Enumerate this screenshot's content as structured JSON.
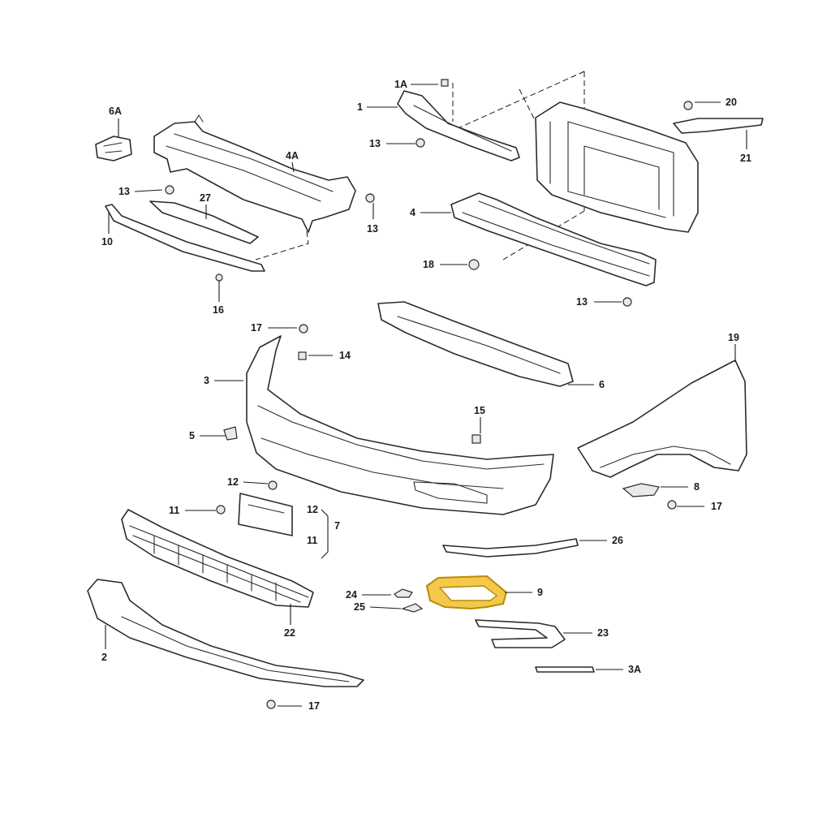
{
  "diagram": {
    "highlight_color": "#f4c84a",
    "line_color": "#2b2b2b",
    "callouts": {
      "c_6A": "6A",
      "c_4A": "4A",
      "c_13_a": "13",
      "c_27": "27",
      "c_13_b": "13",
      "c_10": "10",
      "c_16": "16",
      "c_1A": "1A",
      "c_1": "1",
      "c_13_c": "13",
      "c_20": "20",
      "c_21": "21",
      "c_4": "4",
      "c_18": "18",
      "c_13_d": "13",
      "c_17_a": "17",
      "c_14": "14",
      "c_19": "19",
      "c_3": "3",
      "c_6": "6",
      "c_15": "15",
      "c_5": "5",
      "c_8": "8",
      "c_17_b": "17",
      "c_12_a": "12",
      "c_11_a": "11",
      "c_12_b": "12",
      "c_7": "7",
      "c_11_b": "11",
      "c_26": "26",
      "c_24": "24",
      "c_9": "9",
      "c_25": "25",
      "c_22": "22",
      "c_23": "23",
      "c_2": "2",
      "c_3A": "3A",
      "c_17_c": "17"
    }
  }
}
